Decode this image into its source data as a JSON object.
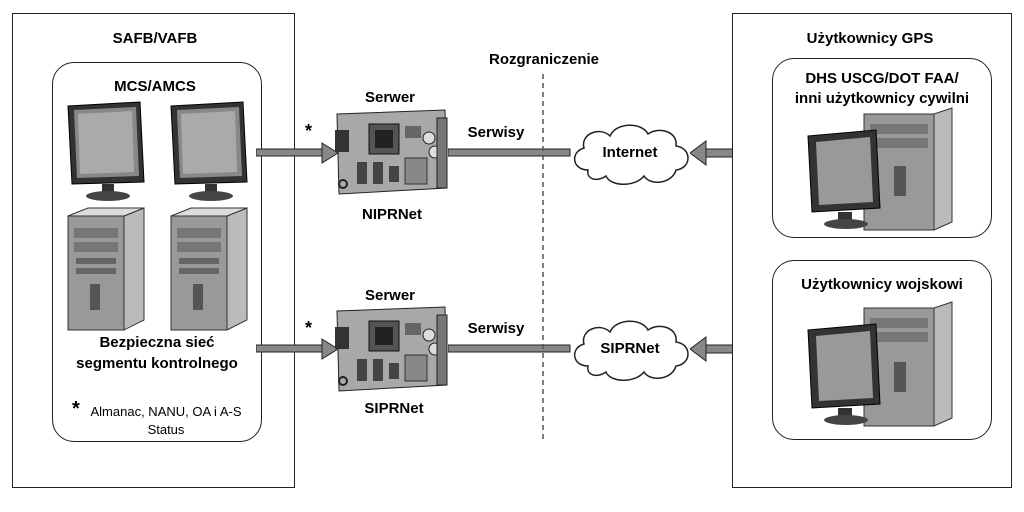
{
  "left_panel": {
    "title": "SAFB/VAFB",
    "inner_title": "MCS/AMCS",
    "network_label_line1": "Bezpieczna sieć",
    "network_label_line2": "segmentu kontrolnego",
    "footnote_star": "*",
    "footnote_line1": "Almanac, NANU, OA i A-S",
    "footnote_line2": "Status"
  },
  "middle": {
    "top_server_label": "Serwer",
    "top_server_network": "NIPRNet",
    "top_services": "Serwisy",
    "top_star": "*",
    "bottom_server_label": "Serwer",
    "bottom_server_network": "SIPRNet",
    "bottom_services": "Serwisy",
    "bottom_star": "*",
    "boundary_label": "Rozgraniczenie",
    "top_cloud_label": "Internet",
    "bottom_cloud_label": "SIPRNet"
  },
  "right_panel": {
    "title": "Użytkownicy GPS",
    "top_box_line1": "DHS USCG/DOT FAA/",
    "top_box_line2": "inni użytkownicy cywilni",
    "bottom_box_title": "Użytkownicy wojskowi"
  }
}
